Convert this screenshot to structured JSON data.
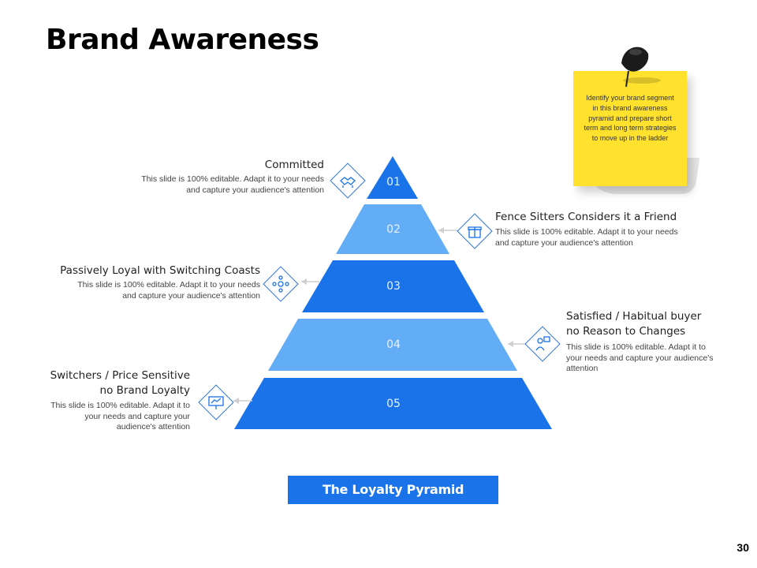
{
  "slide": {
    "title": "Brand Awareness",
    "page_number": "30"
  },
  "note": {
    "text": "Identify your brand segment in this brand awareness pyramid and prepare short term and long term strategies to move up in the ladder",
    "color": "#ffe12e"
  },
  "pyramid": {
    "levels": [
      {
        "number": "01",
        "heading": [
          "Committed"
        ],
        "description": "This slide is 100% editable. Adapt it to your needs and capture your audience's attention",
        "side": "left",
        "icon": "handshake-icon",
        "color": "#1a73e8"
      },
      {
        "number": "02",
        "heading": [
          "Fence Sitters Considers it a Friend"
        ],
        "description": "This slide is 100% editable. Adapt it to your needs and capture your audience's attention",
        "side": "right",
        "icon": "gift-icon",
        "color": "#63adf7"
      },
      {
        "number": "03",
        "heading": [
          "Passively Loyal with Switching Coasts"
        ],
        "description": "This slide is 100% editable. Adapt it to your needs and capture your audience's attention",
        "side": "left",
        "icon": "network-icon",
        "color": "#1a73e8"
      },
      {
        "number": "04",
        "heading": [
          "Satisfied / Habitual buyer",
          "no Reason to Changes"
        ],
        "description": "This slide is 100% editable. Adapt it to your needs and capture your audience's attention",
        "side": "right",
        "icon": "person-chart-icon",
        "color": "#63adf7"
      },
      {
        "number": "05",
        "heading": [
          "Switchers / Price Sensitive",
          "no Brand Loyalty"
        ],
        "description": "This slide is 100% editable. Adapt it to your needs and capture your audience's attention",
        "side": "left",
        "icon": "presentation-board-icon",
        "color": "#1a73e8"
      }
    ],
    "footer_label": "The Loyalty Pyramid",
    "accent_color": "#1a73e8"
  }
}
